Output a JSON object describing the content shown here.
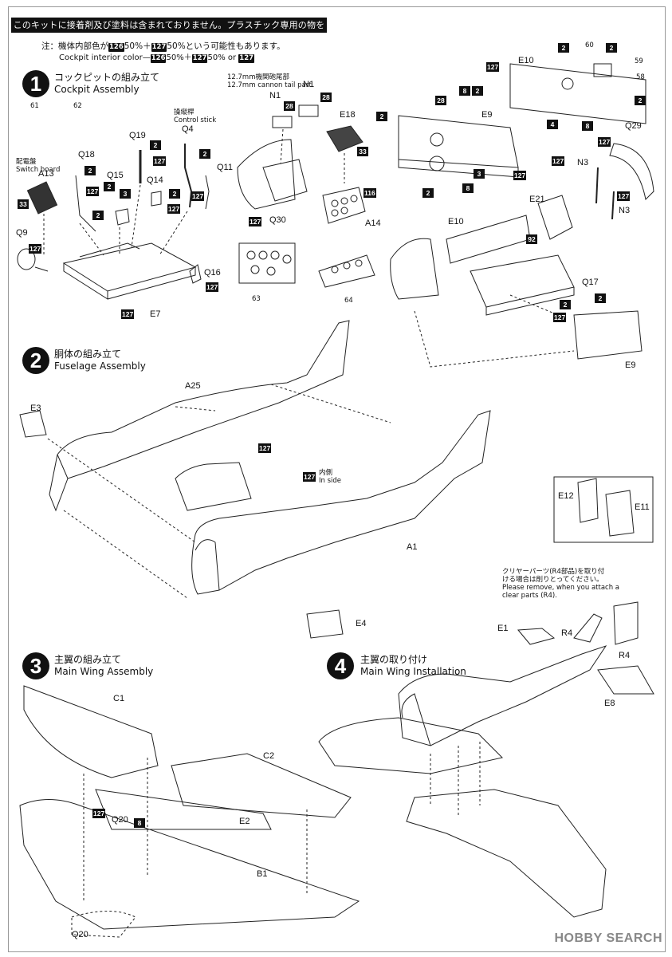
{
  "banner": "このキットに接着剤及び塗料は含まれておりません。プラスチック専用の物を別にお求め下さい。",
  "note": {
    "line1_prefix": "注：機体内部色が",
    "line1_c1": "126",
    "line1_mid": "50%＋",
    "line1_c2": "127",
    "line1_suffix": "50%という可能性もあります。",
    "line2_prefix": "Cockpit interior color—",
    "line2_c1": "126",
    "line2_mid": "50%＋",
    "line2_c2": "127",
    "line2_suffix": "50%  or",
    "line2_c3": "127"
  },
  "steps": [
    {
      "num": "1",
      "title_jp": "コックピットの組み立て",
      "title_en": "Cockpit Assembly"
    },
    {
      "num": "2",
      "title_jp": "胴体の組み立て",
      "title_en": "Fuselage Assembly"
    },
    {
      "num": "3",
      "title_jp": "主翼の組み立て",
      "title_en": "Main Wing Assembly"
    },
    {
      "num": "4",
      "title_jp": "主翼の取り付け",
      "title_en": "Main Wing Installation"
    }
  ],
  "annotations": {
    "switch_board_jp": "配電盤",
    "switch_board_en": "Switch board",
    "control_stick_jp": "操縦桿",
    "control_stick_en": "Control stick",
    "cannon_jp": "12.7mm機関砲尾部",
    "cannon_en": "12.7mm cannon tail part",
    "inside_jp": "内側",
    "inside_en": "In side",
    "clear_jp_1": "クリヤーパーツ(R4部品)を取り付",
    "clear_jp_2": "ける場合は削りとってください。",
    "clear_en_1": "Please remove, when you attach a",
    "clear_en_2": "clear parts (R4)."
  },
  "parts": {
    "A13": "A13",
    "Q9": "Q9",
    "Q18": "Q18",
    "Q15": "Q15",
    "Q19": "Q19",
    "Q14": "Q14",
    "Q4": "Q4",
    "Q11": "Q11",
    "Q16": "Q16",
    "E7": "E7",
    "N1a": "N1",
    "N1b": "N1",
    "Q30": "Q30",
    "E18": "E18",
    "A14": "A14",
    "E10a": "E10",
    "E9a": "E9",
    "Q29": "Q29",
    "N3a": "N3",
    "N3b": "N3",
    "E21": "E21",
    "E10b": "E10",
    "Q17": "Q17",
    "E9b": "E9",
    "E3": "E3",
    "A25": "A25",
    "A1": "A1",
    "E4": "E4",
    "E12": "E12",
    "E11": "E11",
    "E1": "E1",
    "R4a": "R4",
    "R4b": "R4",
    "E8": "E8",
    "C1": "C1",
    "C2": "C2",
    "E2": "E2",
    "Q20a": "Q20",
    "B1": "B1",
    "Q20b": "Q20"
  },
  "decals": {
    "d61": "61",
    "d62": "62",
    "d63": "63",
    "d64": "64",
    "d60": "60",
    "d59": "59",
    "d58": "58"
  },
  "colors": {
    "c2": "2",
    "c3": "3",
    "c4": "4",
    "c8": "8",
    "c28": "28",
    "c33": "33",
    "c92": "92",
    "c116": "116",
    "c127": "127"
  },
  "watermark": "HOBBY SEARCH"
}
